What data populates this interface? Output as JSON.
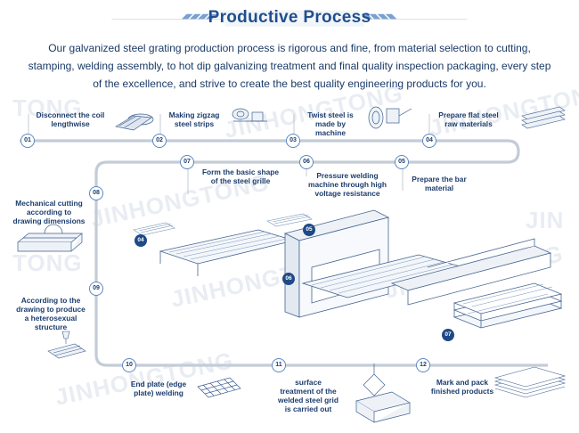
{
  "header": {
    "title": "Productive Process",
    "intro": "Our galvanized steel grating production process is rigorous and fine, from material selection to cutting, stamping, welding assembly, to hot dip galvanizing treatment and final quality inspection packaging, every step of the excellence, and strive to create the best quality engineering products for you."
  },
  "steps": [
    {
      "num": "01",
      "label": "Disconnect the coil lengthwise"
    },
    {
      "num": "02",
      "label": "Making zigzag steel strips"
    },
    {
      "num": "03",
      "label": "Twist steel is made by machine"
    },
    {
      "num": "04",
      "label": "Prepare flat steel raw materials"
    },
    {
      "num": "05",
      "label": "Prepare the bar material"
    },
    {
      "num": "06",
      "label": "Pressure welding machine through high voltage resistance"
    },
    {
      "num": "07",
      "label": "Form the basic shape of the steel grille"
    },
    {
      "num": "08",
      "label": "Mechanical cutting according to drawing dimensions"
    },
    {
      "num": "09",
      "label": "According to the drawing to produce a heterosexual structure"
    },
    {
      "num": "10",
      "label": "End plate (edge plate) welding"
    },
    {
      "num": "11",
      "label": "surface treatment of the welded steel grid is carried out"
    },
    {
      "num": "12",
      "label": "Mark and pack finished products"
    }
  ],
  "machine_tags": [
    "04",
    "05",
    "06",
    "07"
  ],
  "watermarks": [
    "TONG",
    "JINHONGTONG",
    "JINHONGTONG",
    "JINHONGTONG",
    "TONG",
    "JINHONGTONG",
    "JINHONGTONG",
    "JIN",
    "JINHONGTONG"
  ],
  "colors": {
    "title": "#1f4f8f",
    "path": "#c4ccd6",
    "circle": "#5b88c2",
    "tag": "#1e4a86"
  }
}
